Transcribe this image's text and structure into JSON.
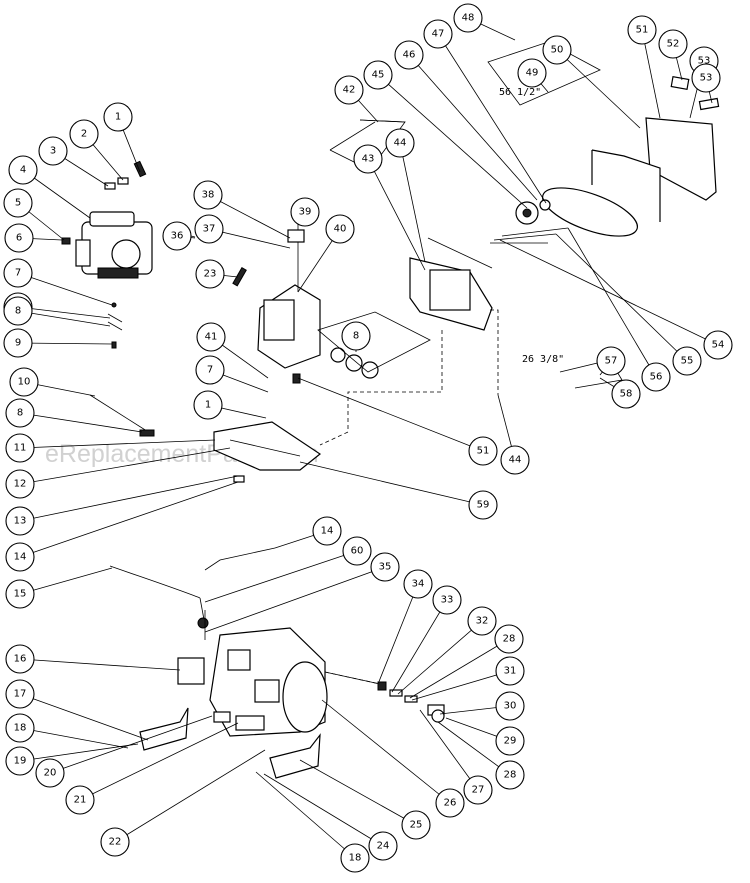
{
  "watermark": "eReplacementParts.com",
  "dimension_labels": {
    "belt_upper": "56 1/2\"",
    "belt_lower": "26 3/8\""
  },
  "callout_numbers": [
    "1",
    "2",
    "3",
    "4",
    "5",
    "6",
    "7",
    "8",
    "8",
    "9",
    "10",
    "8",
    "11",
    "12",
    "13",
    "14",
    "15",
    "16",
    "17",
    "18",
    "19",
    "20",
    "21",
    "22",
    "23",
    "1",
    "36",
    "37",
    "38",
    "39",
    "40",
    "41",
    "7",
    "8",
    "42",
    "43",
    "44",
    "45",
    "46",
    "47",
    "48",
    "49",
    "50",
    "51",
    "52",
    "53",
    "53",
    "54",
    "55",
    "56",
    "57",
    "58",
    "51",
    "44",
    "59",
    "14",
    "60",
    "35",
    "34",
    "33",
    "32",
    "28",
    "31",
    "30",
    "29",
    "28",
    "27",
    "26",
    "25",
    "24",
    "18",
    "19",
    "20"
  ]
}
